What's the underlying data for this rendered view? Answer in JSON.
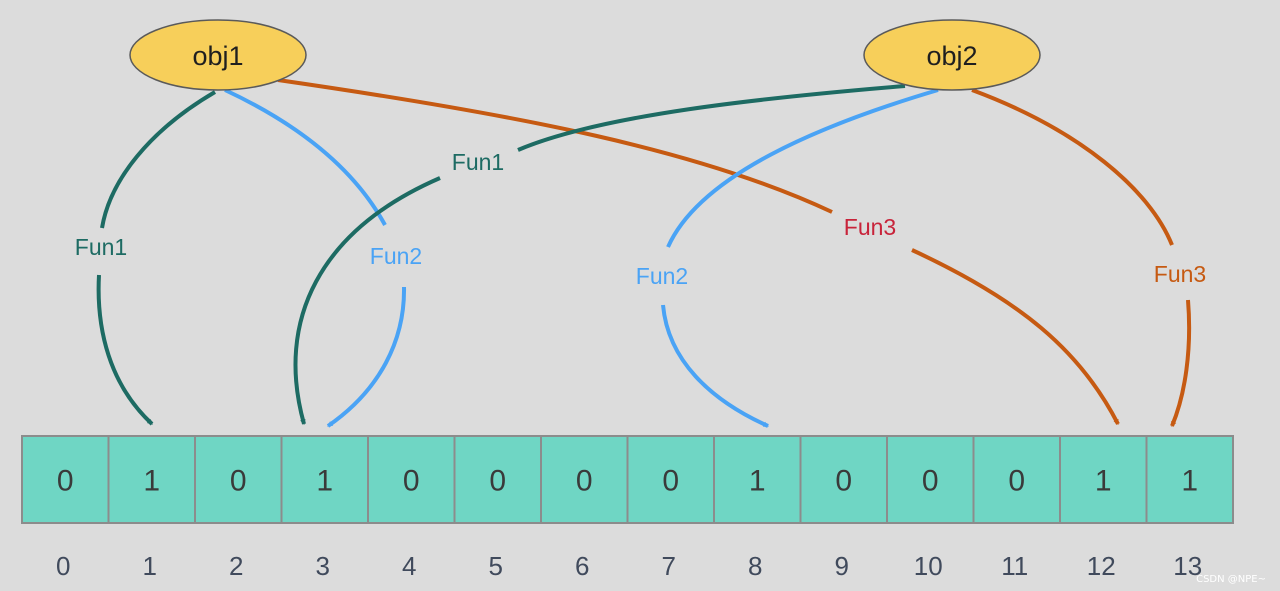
{
  "objects": [
    {
      "label": "obj1"
    },
    {
      "label": "obj2"
    }
  ],
  "functions": {
    "fun1": "Fun1",
    "fun2": "Fun2",
    "fun3": "Fun3"
  },
  "colors": {
    "fun1": "#1d6b63",
    "fun2": "#4aa3f5",
    "fun3": "#c65a12",
    "fun3_label_alt": "#c8233a",
    "node_fill": "#f7cf5a",
    "cell_fill": "#6fd6c4",
    "background": "#dcdcdc"
  },
  "bit_array": {
    "bits": [
      "0",
      "1",
      "0",
      "1",
      "0",
      "0",
      "0",
      "0",
      "1",
      "0",
      "0",
      "0",
      "1",
      "1"
    ],
    "indices": [
      "0",
      "1",
      "2",
      "3",
      "4",
      "5",
      "6",
      "7",
      "8",
      "9",
      "10",
      "11",
      "12",
      "13"
    ]
  },
  "watermark": "CSDN @NPE~"
}
